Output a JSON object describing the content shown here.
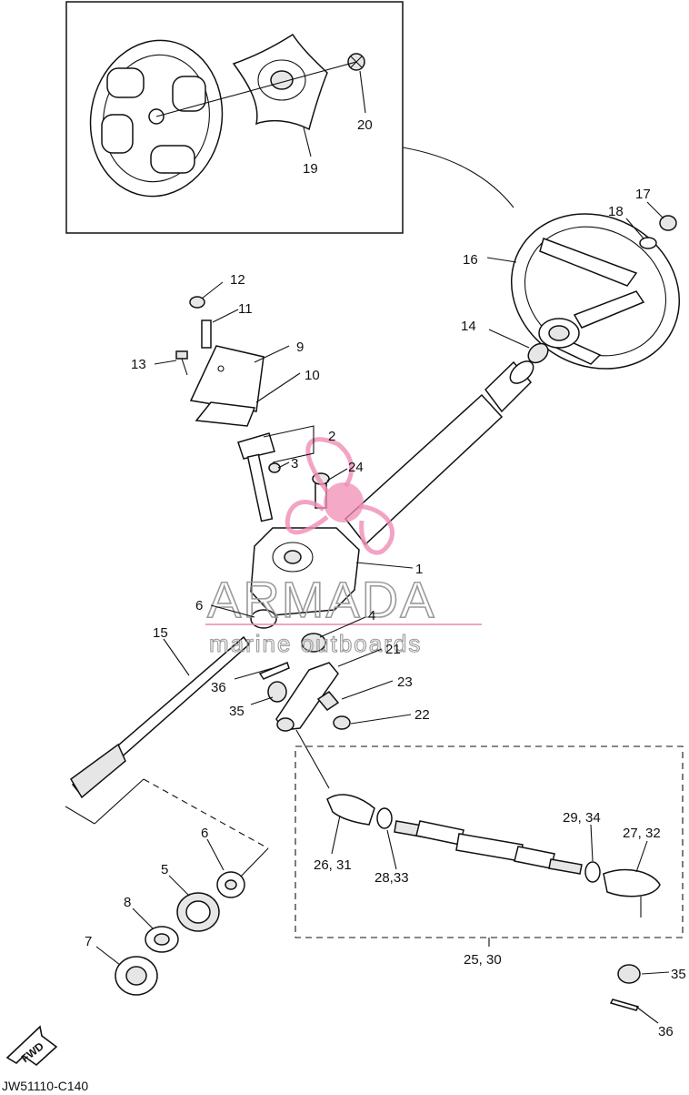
{
  "diagram_code": "JW51110-C140",
  "fwd_label": "FWD",
  "watermark": {
    "brand": "ARMADA",
    "tagline": "marine outboards"
  },
  "parts": {
    "p1": "1",
    "p2": "2",
    "p3": "3",
    "p4": "4",
    "p5": "5",
    "p6a": "6",
    "p6b": "6",
    "p7": "7",
    "p8": "8",
    "p9": "9",
    "p10": "10",
    "p11": "11",
    "p12": "12",
    "p13": "13",
    "p14": "14",
    "p15": "15",
    "p16": "16",
    "p17": "17",
    "p18": "18",
    "p19": "19",
    "p20": "20",
    "p21": "21",
    "p22": "22",
    "p23": "23",
    "p24": "24",
    "p25_30": "25, 30",
    "p26_31": "26, 31",
    "p27_32": "27, 32",
    "p28_33": "28,33",
    "p29_34": "29, 34",
    "p35a": "35",
    "p35b": "35",
    "p36a": "36",
    "p36b": "36"
  }
}
